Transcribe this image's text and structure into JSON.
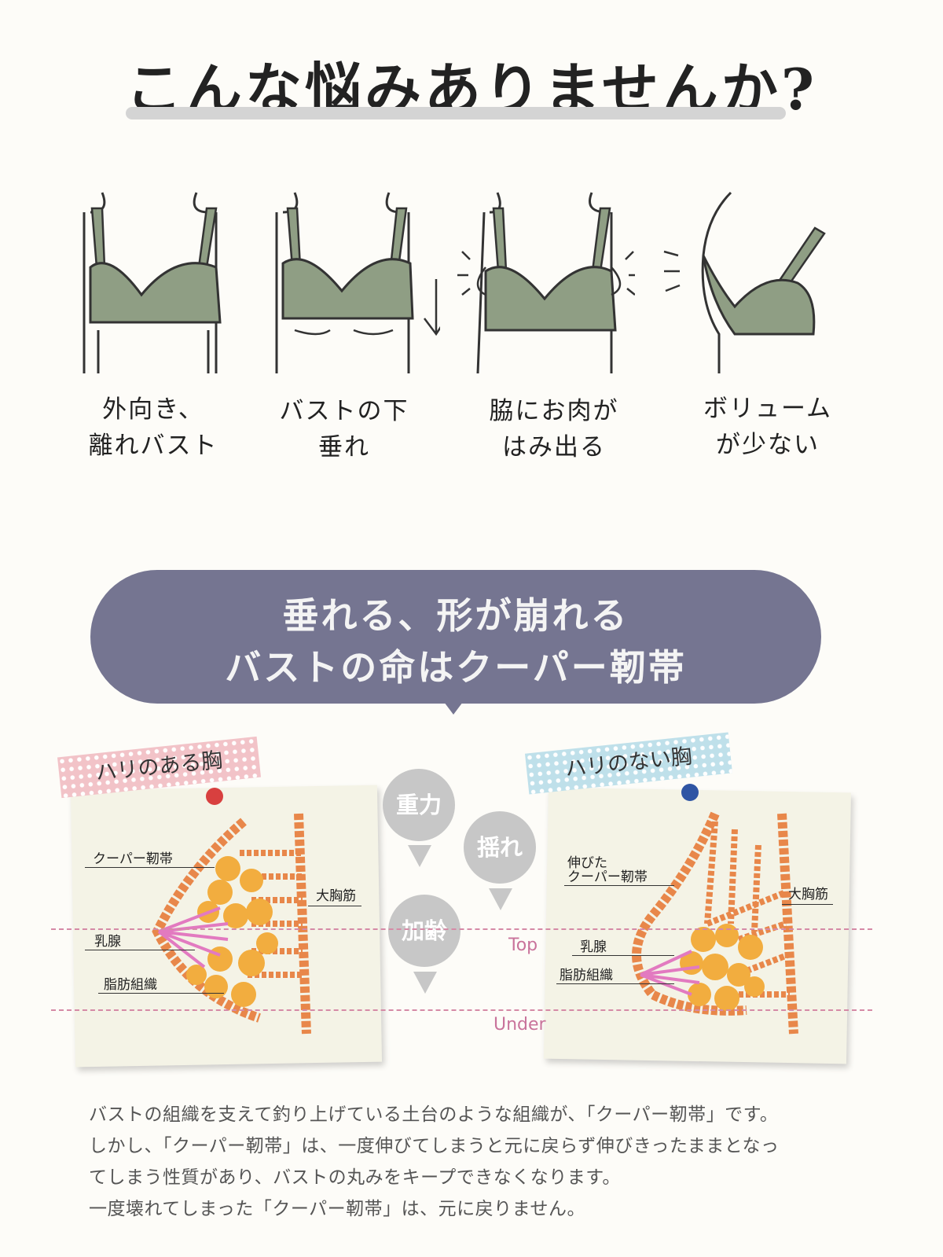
{
  "header": {
    "title": "こんな悩みありませんか?"
  },
  "problems": [
    {
      "line1": "外向き、",
      "line2": "離れバスト"
    },
    {
      "line1": "バストの下",
      "line2": "垂れ"
    },
    {
      "line1": "脇にお肉が",
      "line2": "はみ出る"
    },
    {
      "line1": "ボリューム",
      "line2": "が少ない"
    }
  ],
  "banner": {
    "line1": "垂れる、形が崩れる",
    "line2": "バストの命はクーパー靭帯"
  },
  "diagram": {
    "left": {
      "tape": "ハリのある胸",
      "labels": {
        "cooper": "クーパー靭帯",
        "muscle": "大胸筋",
        "gland": "乳腺",
        "fat": "脂肪組織"
      }
    },
    "right": {
      "tape": "ハリのない胸",
      "labels": {
        "stretched1": "伸びた",
        "stretched2": "クーパー靭帯",
        "muscle": "大胸筋",
        "gland": "乳腺",
        "fat": "脂肪組織"
      }
    },
    "forces": {
      "gravity": "重力",
      "shake": "揺れ",
      "aging": "加齢"
    },
    "lines": {
      "top": "Top",
      "under": "Under"
    }
  },
  "description": {
    "line1": "バストの組織を支えて釣り上げている土台のような組織が、「クーパー靭帯」です。",
    "line2": "しかし、「クーパー靭帯」は、一度伸びてしまうと元に戻らず伸びきったままとなっ",
    "line3": "てしまう性質があり、バストの丸みをキープできなくなります。",
    "line4": "一度壊れてしまった「クーパー靭帯」は、元に戻りません。"
  },
  "colors": {
    "bra": "#8f9e84",
    "banner": "#757591",
    "tissue": "#e8874a",
    "fat": "#f2ad3f",
    "gland": "#e27ac0",
    "dash": "#d58aa6"
  }
}
